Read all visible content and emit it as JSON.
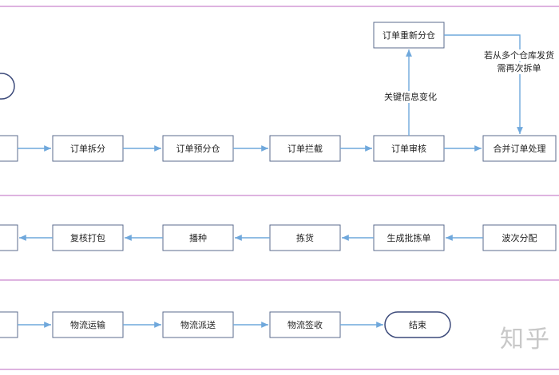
{
  "nodes": {
    "split": "订单拆分",
    "pre_alloc": "订单预分仓",
    "intercept": "订单拦截",
    "review": "订单审核",
    "merge": "合并订单处理",
    "realloc": "订单重新分仓",
    "wave": "波次分配",
    "batch_pick": "生成批拣单",
    "pick": "拣货",
    "sow": "播种",
    "recheck_pack": "复核打包",
    "transport": "物流运输",
    "dispatch": "物流派送",
    "sign": "物流签收",
    "end": "结束"
  },
  "edge_labels": {
    "key_info_change": "关键信息变化",
    "multi_warehouse_line1": "若从多个仓库发货",
    "multi_warehouse_line2": "需再次拆单"
  },
  "watermark": "知乎",
  "colors": {
    "node_border": "#5b6b8c",
    "arrow": "#6fa8dc",
    "lane_line": "#d49ad6"
  }
}
